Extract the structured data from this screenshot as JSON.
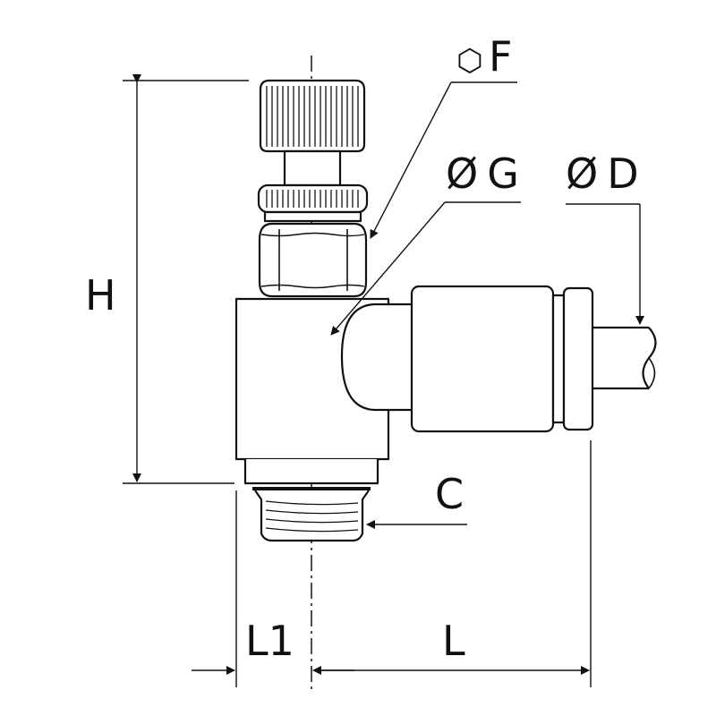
{
  "diagram": {
    "labels": {
      "hex_symbol": "⬡",
      "hex_label": "F",
      "bore_label": "ØG",
      "tube_label": "ØD",
      "height_label": "H",
      "thread_label": "C",
      "offset_label": "L1",
      "length_label": "L"
    },
    "colors": {
      "line": "#111111",
      "background": "#ffffff"
    }
  }
}
